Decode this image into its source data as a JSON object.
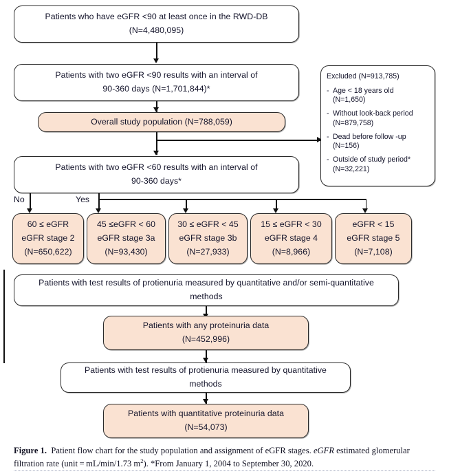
{
  "figure": {
    "label": "Figure 1.",
    "caption_part1": "Patient flow chart for the study population and assignment of eGFR stages. ",
    "caption_italic": "eGFR",
    "caption_part2": " estimated glomerular filtration rate (unit = mL/min/1.73 m",
    "caption_sup": "2",
    "caption_part3": "). *From January 1, 2004 to September 30, 2020."
  },
  "colors": {
    "highlight_fill": "#fae2d2",
    "box_border": "#2a2a2a",
    "connector": "#111111",
    "text": "#14142b"
  },
  "nodes": {
    "source_cohort": {
      "line1": "Patients who have eGFR <90 at least once in the RWD-DB",
      "line2": "(N=4,480,095)"
    },
    "two_egfr_90": {
      "line1": "Patients with two eGFR <90 results with an interval of",
      "line2": "90-360 days (N=1,701,844)*"
    },
    "overall_population": {
      "line1": "Overall study population (N=788,059)"
    },
    "two_egfr_60": {
      "line1": "Patients with two eGFR <60 results with an interval of",
      "line2": "90-360 days*"
    },
    "any_proteinuria_test": {
      "line1": "Patients with test results of protienuria measured by quantitative and/or semi-quantitative methods"
    },
    "any_proteinuria_data": {
      "line1": "Patients with any proteinuria data",
      "line2": "(N=452,996)"
    },
    "quant_proteinuria_test": {
      "line1": "Patients with test results of  protienuria measured by quantitative methods"
    },
    "quant_proteinuria_data": {
      "line1": "Patients with quantitative proteinuria data",
      "line2": "(N=54,073)"
    }
  },
  "branch_labels": {
    "no": "No",
    "yes": "Yes"
  },
  "stages": [
    {
      "range": "60 ≤ eGFR",
      "stage": "eGFR stage 2",
      "n": "(N=650,622)"
    },
    {
      "range": "45 ≤eGFR  < 60",
      "stage": "eGFR stage 3a",
      "n": "(N=93,430)"
    },
    {
      "range": "30 ≤ eGFR < 45",
      "stage": "eGFR stage 3b",
      "n": "(N=27,933)"
    },
    {
      "range": "15 ≤ eGFR  < 30",
      "stage": "eGFR stage 4",
      "n": "(N=8,966)"
    },
    {
      "range": "eGFR  < 15",
      "stage": "eGFR stage 5",
      "n": "(N=7,108)"
    }
  ],
  "excluded": {
    "title": "Excluded (N=913,785)",
    "dash": "-",
    "items": [
      {
        "reason": "Age < 18 years old",
        "n": "(N=1,650)"
      },
      {
        "reason": "Without look-back period",
        "n": "(N=879,758)"
      },
      {
        "reason": "Dead before follow -up",
        "n": "(N=156)"
      },
      {
        "reason": "Outside of study period*",
        "n": "(N=32,221)"
      }
    ]
  }
}
